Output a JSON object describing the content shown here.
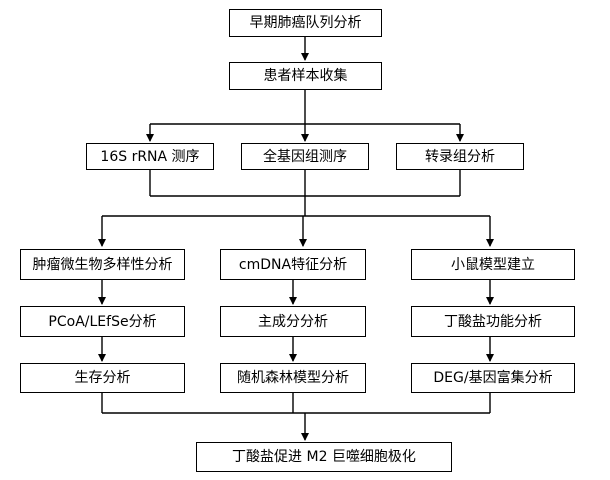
{
  "diagram": {
    "cohort": "早期肺癌队列分析",
    "collection": "患者样本收集",
    "methods": [
      "16S rRNA 测序",
      "全基因组测序",
      "转录组分析"
    ],
    "branches": [
      {
        "steps": [
          "肿瘤微生物多样性分析",
          "PCoA/LEfSe分析",
          "生存分析"
        ]
      },
      {
        "steps": [
          "cmDNA特征分析",
          "主成分分析",
          "随机森林模型分析"
        ]
      },
      {
        "steps": [
          "小鼠模型建立",
          "丁酸盐功能分析",
          "DEG/基因富集分析"
        ]
      }
    ],
    "conclusion": "丁酸盐促进 M2 巨噬细胞极化"
  }
}
